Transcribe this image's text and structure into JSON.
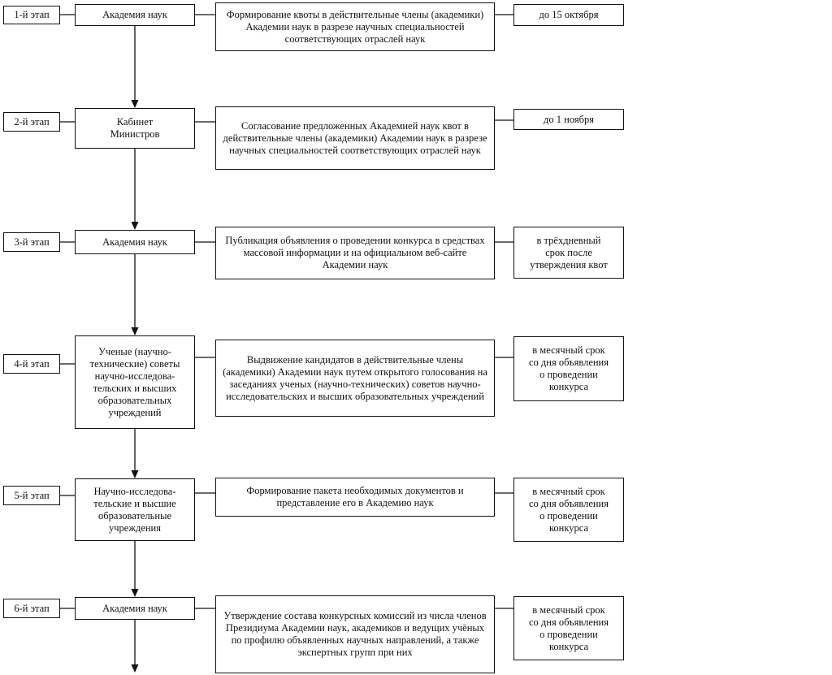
{
  "stages": [
    {
      "label": "1-й этап",
      "body": "Академия наук",
      "action": "Формирование квоты в действительные члены (академики) Академии наук в разрезе научных специальностей соответствующих отраслей наук",
      "deadline": "до 15 октября"
    },
    {
      "label": "2-й этап",
      "body": "Кабинет\nМинистров",
      "action": "Согласование предложенных Академией наук квот в действительные члены (академики) Академии наук в разрезе научных специальностей соответствующих отраслей наук",
      "deadline": "до 1 ноября"
    },
    {
      "label": "3-й этап",
      "body": "Академия наук",
      "action": "Публикация объявления о проведении конкурса в средствах массовой информации и на официальном веб-сайте Академии наук",
      "deadline": "в трёхдневный\nсрок после\nутверждения квот"
    },
    {
      "label": "4-й этап",
      "body": "Ученые (научно-\nтехнические) советы\nнаучно-исследова-\nтельских и высших\nобразовательных\nучреждений",
      "action": "Выдвижение кандидатов в действительные члены (академики) Академии наук путем открытого голосования на заседаниях ученых (научно-технических) советов научно-исследовательских и высших образовательных учреждений",
      "deadline": "в месячный срок\nсо дня объявления\nо проведении\nконкурса"
    },
    {
      "label": "5-й этап",
      "body": "Научно-исследова-\nтельские и высшие\nобразовательные\nучреждения",
      "action": "Формирование пакета необходимых документов и представление его в Академию наук",
      "deadline": "в месячный срок\nсо дня объявления\nо проведении\nконкурса"
    },
    {
      "label": "6-й этап",
      "body": "Академия наук",
      "action": "Утверждение состава конкурсных комиссий из числа членов Президиума Академии наук, академиков и ведущих учёных по профилю объявленных научных направлений, а также экспертных групп при них",
      "deadline": "в месячный срок\nсо дня объявления\nо проведении\nконкурса"
    }
  ]
}
